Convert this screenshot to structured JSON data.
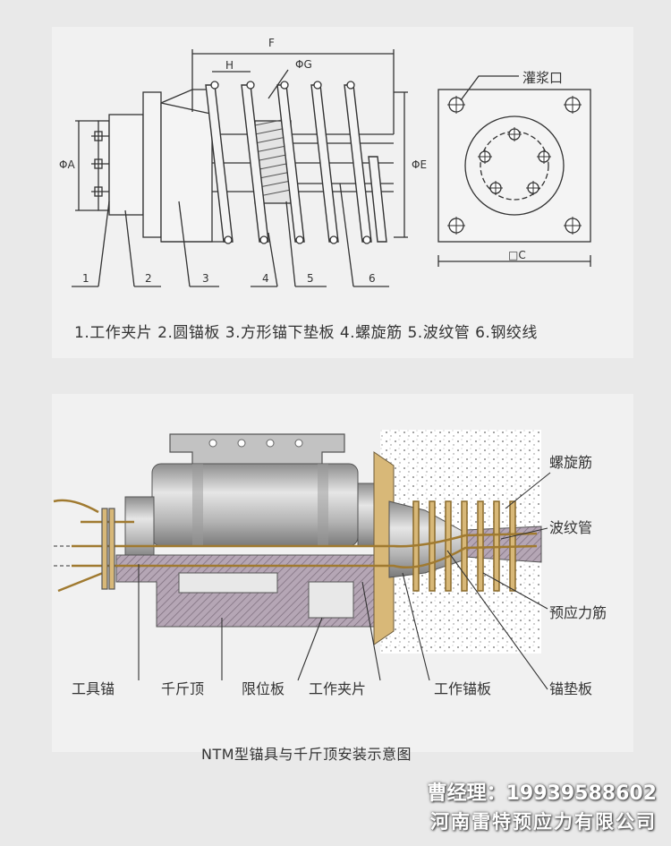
{
  "top_diagram": {
    "dims": {
      "F": "F",
      "H": "H",
      "G": "ΦG",
      "A": "ΦA",
      "E": "ΦE",
      "C": "□C"
    },
    "grout_label": "灌浆口",
    "part_numbers": [
      "1",
      "2",
      "3",
      "4",
      "5",
      "6"
    ],
    "legend": "1.工作夹片 2.圆锚板 3.方形锚下垫板 4.螺旋筋 5.波纹管 6.钢绞线"
  },
  "bottom_diagram": {
    "right_labels": [
      "螺旋筋",
      "波纹管",
      "预应力筋",
      "锚垫板"
    ],
    "bottom_labels": [
      "工具锚",
      "千斤顶",
      "限位板",
      "工作夹片",
      "工作锚板"
    ],
    "caption": "NTM型锚具与千斤顶安装示意图"
  },
  "footer": {
    "contact": "曹经理：19939588602",
    "company": "河南雷特预应力有限公司"
  },
  "colors": {
    "background": "#e9e9e9",
    "panel": "#f1f1f1",
    "steel": "#b8b8b8",
    "hatch": "#a89aa8",
    "tan": "#d8b878",
    "line": "#333333"
  }
}
